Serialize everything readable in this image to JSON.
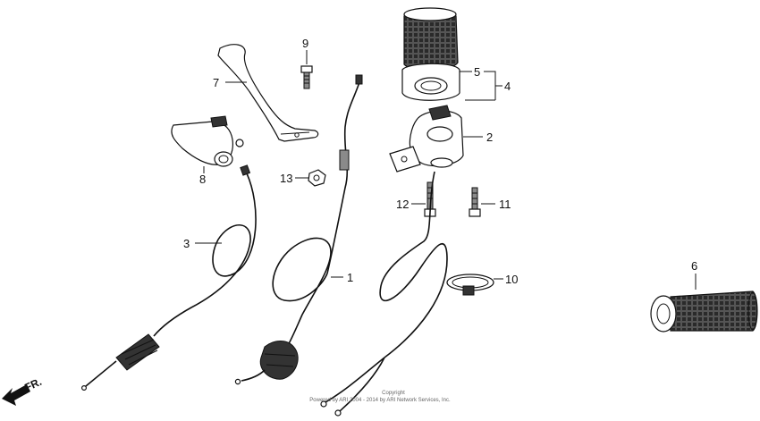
{
  "labels": {
    "p1": "1",
    "p2": "2",
    "p3": "3",
    "p4": "4",
    "p5": "5",
    "p6": "6",
    "p7": "7",
    "p8": "8",
    "p9": "9",
    "p10": "10",
    "p11": "11",
    "p12": "12",
    "p13": "13"
  },
  "direction": "FR.",
  "copyright": {
    "line1": "Copyright",
    "line2": "Powered by ARI 2004 - 2014 by ARI Network Services, Inc."
  }
}
